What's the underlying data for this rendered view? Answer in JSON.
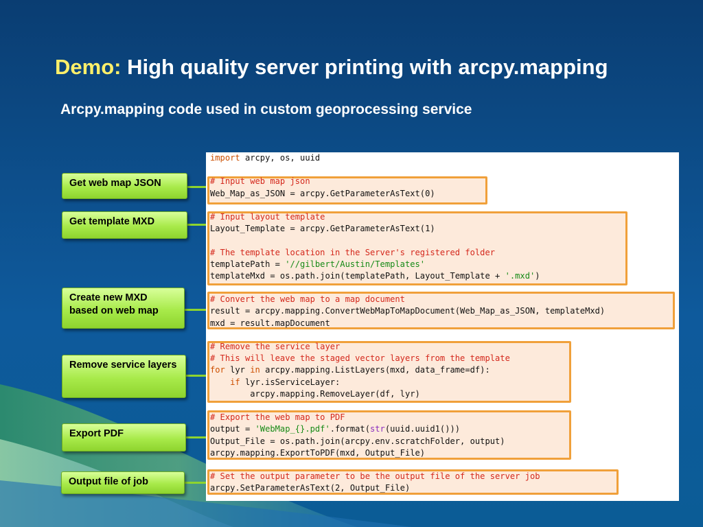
{
  "slide": {
    "title_prefix": "Demo:",
    "title_rest": " High quality server printing with arcpy.mapping",
    "subtitle": "Arcpy.mapping code used in custom geoprocessing service"
  },
  "steps": [
    {
      "label": "Get web map JSON"
    },
    {
      "label": "Get template MXD"
    },
    {
      "label": "Create new MXD based on web map"
    },
    {
      "label": "Remove service layers"
    },
    {
      "label": "Export PDF"
    },
    {
      "label": "Output file of job"
    }
  ],
  "code_lines": [
    [
      [
        "kw",
        "import"
      ],
      [
        "t",
        " arcpy, os, uuid"
      ]
    ],
    [
      [
        "t",
        ""
      ]
    ],
    [
      [
        "cm",
        "# Input web map json"
      ]
    ],
    [
      [
        "t",
        "Web_Map_as_JSON = arcpy.GetParameterAsText(0)"
      ]
    ],
    [
      [
        "t",
        ""
      ]
    ],
    [
      [
        "cm",
        "# Input layout template"
      ]
    ],
    [
      [
        "t",
        "Layout_Template = arcpy.GetParameterAsText(1)"
      ]
    ],
    [
      [
        "t",
        ""
      ]
    ],
    [
      [
        "cm",
        "# The template location in the Server's registered folder"
      ]
    ],
    [
      [
        "t",
        "templatePath = "
      ],
      [
        "st",
        "'//gilbert/Austin/Templates'"
      ]
    ],
    [
      [
        "t",
        "templateMxd = os.path.join(templatePath, Layout_Template + "
      ],
      [
        "st",
        "'.mxd'"
      ],
      [
        "t",
        ")"
      ]
    ],
    [
      [
        "t",
        ""
      ]
    ],
    [
      [
        "cm",
        "# Convert the web map to a map document"
      ]
    ],
    [
      [
        "t",
        "result = arcpy.mapping.ConvertWebMapToMapDocument(Web_Map_as_JSON, templateMxd)"
      ]
    ],
    [
      [
        "t",
        "mxd = result.mapDocument"
      ]
    ],
    [
      [
        "t",
        ""
      ]
    ],
    [
      [
        "cm",
        "# Remove the service layer"
      ]
    ],
    [
      [
        "cm",
        "# This will leave the staged vector layers from the template"
      ]
    ],
    [
      [
        "kw",
        "for"
      ],
      [
        "t",
        " lyr "
      ],
      [
        "kw",
        "in"
      ],
      [
        "t",
        " arcpy.mapping.ListLayers(mxd, data_frame=df):"
      ]
    ],
    [
      [
        "t",
        "    "
      ],
      [
        "kw",
        "if"
      ],
      [
        "t",
        " lyr.isServiceLayer:"
      ]
    ],
    [
      [
        "t",
        "        arcpy.mapping.RemoveLayer(df, lyr)"
      ]
    ],
    [
      [
        "t",
        ""
      ]
    ],
    [
      [
        "cm",
        "# Export the web map to PDF"
      ]
    ],
    [
      [
        "t",
        "output = "
      ],
      [
        "st",
        "'WebMap_{}.pdf'"
      ],
      [
        "t",
        ".format("
      ],
      [
        "bi",
        "str"
      ],
      [
        "t",
        "(uuid.uuid1()))"
      ]
    ],
    [
      [
        "t",
        "Output_File = os.path.join(arcpy.env.scratchFolder, output)"
      ]
    ],
    [
      [
        "t",
        "arcpy.mapping.ExportToPDF(mxd, Output_File)"
      ]
    ],
    [
      [
        "t",
        ""
      ]
    ],
    [
      [
        "cm",
        "# Set the output parameter to be the output file of the server job"
      ]
    ],
    [
      [
        "t",
        "arcpy.SetParameterAsText(2, Output_File)"
      ]
    ]
  ],
  "colors": {
    "keyword": "#cc4f00",
    "comment": "#d4281c",
    "string": "#168a16",
    "builtin": "#8a2fbf",
    "highlight_border": "#f0a03a",
    "highlight_fill": "#fdeadb",
    "label_green": "#a8ea4a",
    "title_accent": "#fff06a"
  }
}
